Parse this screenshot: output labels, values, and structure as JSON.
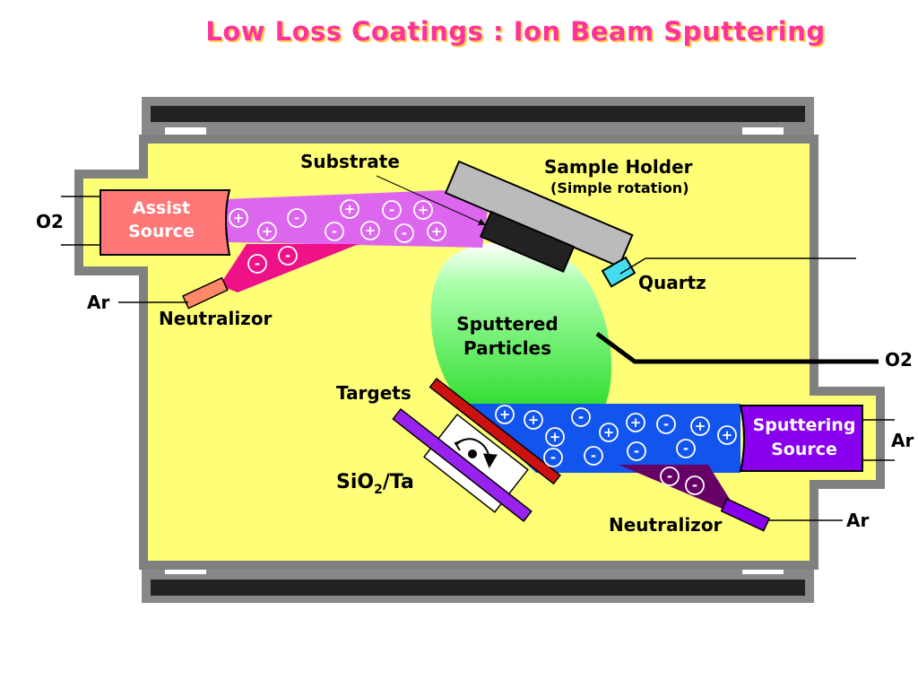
{
  "title": "Low Loss Coatings : Ion Beam Sputtering",
  "labels": {
    "substrate": "Substrate",
    "sample_holder": "Sample Holder",
    "sample_holder_note": "(Simple rotation)",
    "quartz": "Quartz",
    "o2_left": "O2",
    "o2_right": "O2",
    "assist_source_line1": "Assist",
    "assist_source_line2": "Source",
    "ar_left": "Ar",
    "neutralizor_top": "Neutralizor",
    "sputtered_line1": "Sputtered",
    "sputtered_line2": "Particles",
    "targets": "Targets",
    "target_material_base": "SiO",
    "target_material_sub": "2",
    "target_material_rest": "/Ta",
    "sputtering_source_line1": "Sputtering",
    "sputtering_source_line2": "Source",
    "ar_right_top": "Ar",
    "ar_right_bottom": "Ar",
    "neutralizor_bottom": "Neutralizor"
  },
  "symbols": {
    "plus": "+",
    "minus": "-"
  },
  "colors": {
    "title": "#ff3399",
    "chamber_fill": "#ffff77",
    "chamber_wall": "#808080",
    "assist_source": "#ff7777",
    "assist_beam": "#dd66ee",
    "neutralizer_beam_top": "#ee1188",
    "sputtering_source": "#8800ee",
    "sputtering_beam": "#1155ee",
    "neutralizer_beam_bottom": "#660066",
    "sputtered_plume": "#44ee44",
    "target_red": "#cc1111",
    "target_purple": "#9922ee",
    "sample_holder": "#bbbbbb",
    "substrate": "#222222",
    "quartz": "#44ddee"
  }
}
